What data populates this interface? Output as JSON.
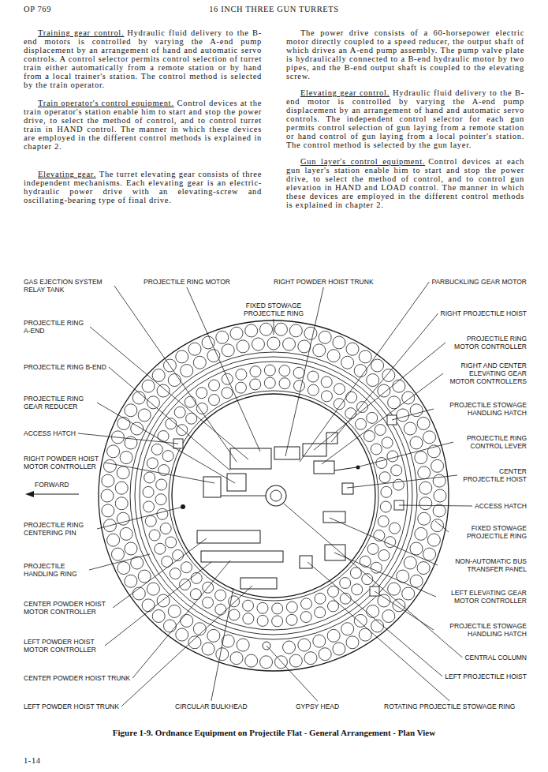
{
  "diagram": {
    "title": "16 INCH THREE GUN TURRETS",
    "caption": "Figure 1-9. Ordnance Equipment on Projectile Flat - General Arrangement - Plan View",
    "labels": [
      "OP 769",
      "Training gear control.",
      "Hydraulic fluid delivery to the B-end motors is controlled by varying the A-end pump displacement by an arrangement of hand and automatic servo controls. A control selector permits control selection of turret train either automatically from a remote station or by hand from a local trainer's station. The control method is selected by the train operator.",
      "Train operator's control equipment.",
      "Control devices at the train operator's station enable him to start and stop the power drive, to select the method of control, and to control turret train in HAND control. The manner in which these devices are employed in the different control methods is explained in chapter 2.",
      "Elevating gear.",
      "The turret elevating gear consists of three independent mechanisms. Each elevating gear is an electric-hydraulic power drive with an elevating-screw and oscillating-bearing type of final drive.",
      "The power drive consists of a 60-horsepower electric motor directly coupled to a speed reducer, the output shaft of which drives an A-end pump assembly. The pump valve plate is hydraulically connected to a B-end hydraulic motor by two pipes, and the B-end output shaft is coupled to the elevating screw.",
      "Elevating gear control.",
      "Hydraulic fluid delivery to the B-end motor is controlled by varying the A-end pump displacement by an arrangement of hand and automatic servo controls. The independent control selector for each gun permits control selection of gun laying from a remote station or hand control of gun laying from a local pointer's station. The control method is selected by the gun layer.",
      "Gun layer's control equipment.",
      "Control devices at each gun layer's station enable him to start and stop the power drive, to select the method of control, and to control gun elevation in HAND and LOAD control. The manner in which these devices are employed in the different control methods is explained in chapter 2.",
      "GAS EJECTION SYSTEM RELAY TANK",
      "PROJECTILE RING MOTOR",
      "RIGHT POWDER HOIST TRUNK",
      "PARBUCKLING GEAR MOTOR",
      "FIXED STOWAGE PROJECTILE RING",
      "RIGHT PROJECTILE HOIST",
      "PROJECTILE RING A-END",
      "PROJECTILE RING MOTOR CONTROLLER",
      "PROJECTILE RING B-END",
      "RIGHT AND CENTER ELEVATING GEAR MOTOR CONTROLLERS",
      "PROJECTILE RING GEAR REDUCER",
      "PROJECTILE STOWAGE HANDLING HATCH",
      "ACCESS HATCH",
      "PROJECTILE RING CONTROL LEVER",
      "RIGHT POWDER HOIST MOTOR CONTROLLER",
      "CENTER PROJECTILE HOIST",
      "FORWARD",
      "ACCESS HATCH",
      "PROJECTILE RING CENTERING PIN",
      "FIXED STOWAGE PROJECTILE RING",
      "PROJECTILE HANDLING RING",
      "NON-AUTOMATIC BUS TRANSFER PANEL",
      "CENTER POWDER HOIST MOTOR CONTROLLER",
      "LEFT ELEVATING GEAR MOTOR CONTROLLER",
      "PROJECTILE STOWAGE HANDLING HATCH",
      "LEFT POWDER HOIST MOTOR CONTROLLER",
      "CENTRAL COLUMN",
      "CENTER POWDER HOIST TRUNK",
      "LEFT PROJECTILE HOIST",
      "LEFT POWDER HOIST TRUNK",
      "CIRCULAR BULKHEAD",
      "GYPSY HEAD",
      "ROTATING PROJECTILE STOWAGE RING",
      "1-14"
    ]
  }
}
